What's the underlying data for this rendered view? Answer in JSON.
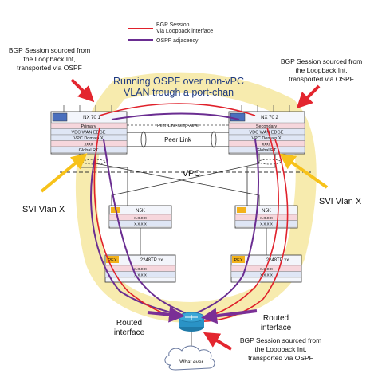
{
  "legend": {
    "bgp": "BGP Session",
    "bgp_sub": "Via Loopback interface",
    "ospf": "OSPF adjacency"
  },
  "callouts": {
    "top_left": [
      "BGP Session sourced from",
      "the Loopback Int,",
      "transported via OSPF"
    ],
    "top_right": [
      "BGP Session sourced from",
      "the Loopback Int,",
      "transported via OSPF"
    ],
    "bottom": [
      "BGP Session sourced from",
      "the Loopback Int,",
      "transported via OSPF"
    ]
  },
  "headline": [
    "Running OSPF over non-vPC",
    "VLAN trough a port-chan"
  ],
  "switches": {
    "left": {
      "name": "NX 70 1",
      "rows": [
        "Primary",
        "VDC WAN EDGE",
        "VPC Domain X",
        "xxxx",
        "Global RT"
      ]
    },
    "right": {
      "name": "NX 70 2",
      "rows": [
        "Secondary",
        "VDC WAN EDGE",
        "VPC Domain X",
        "xxxx",
        "Global RT"
      ]
    }
  },
  "peer_link": "Peer Link",
  "peer_keepalive": "Peer-Link-Keep-Alive",
  "vpc": "VPC",
  "svi_left": "SVI Vlan X",
  "svi_right": "SVI Vlan X",
  "n5k": {
    "left": {
      "name": "N5K",
      "rows": [
        "x.x.x.x",
        "x.x.x.x"
      ]
    },
    "right": {
      "name": "N5K",
      "rows": [
        "x.x.x.x",
        "x.x.x.x"
      ]
    }
  },
  "fex": {
    "left": {
      "badge": "PEX",
      "name": "2248TP xx",
      "rows": [
        "x.x.x.x",
        "x.x.x.x"
      ]
    },
    "right": {
      "badge": "PEX",
      "name": "2248TP xx",
      "rows": [
        "x.x.x.x",
        "x.x.x.x"
      ]
    }
  },
  "routed_left": [
    "Routed",
    "interface"
  ],
  "routed_right": [
    "Routed",
    "interface"
  ],
  "cloud": "What ever",
  "colors": {
    "bgp": "#e0212b",
    "ospf": "#6a2d91",
    "highlight": "#f6e7a0",
    "arrow_red": "#e3262f",
    "arrow_yellow": "#f7c21a",
    "arrow_purple": "#7a2f96",
    "box_fill": "#f3f5fb",
    "row_pink": "#f6d6dc",
    "row_blue": "#dfe6f5",
    "router": "#2a93c6",
    "fex_badge": "#f3b21b"
  }
}
